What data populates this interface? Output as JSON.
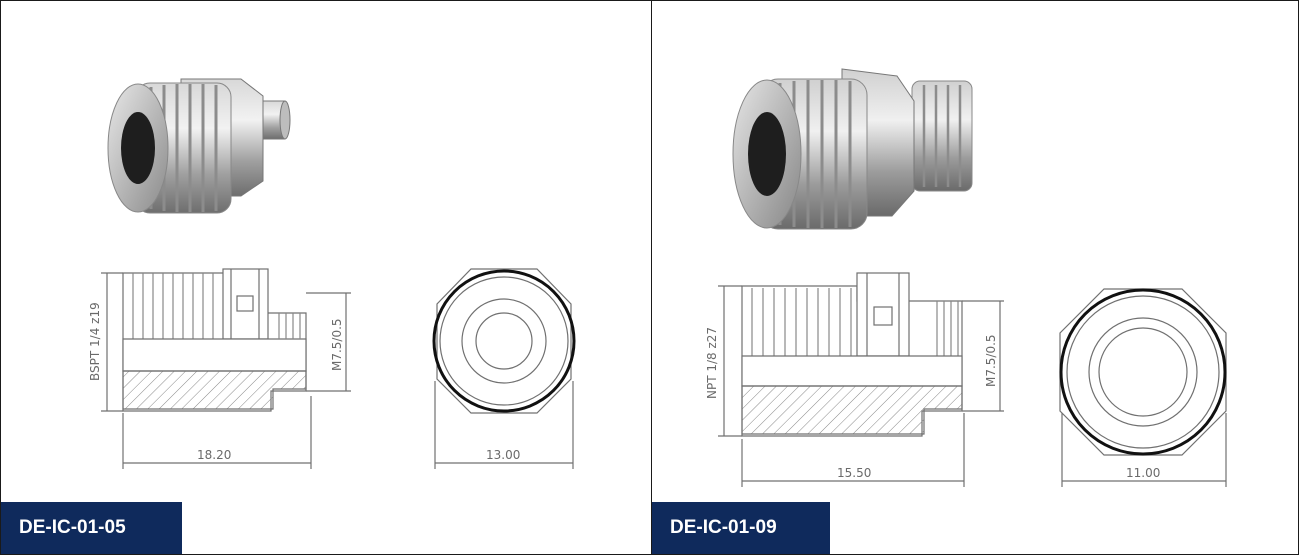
{
  "panels": [
    {
      "code": "DE-IC-01-05",
      "thread_label": "BSPT 1/4 z19",
      "small_thread_label": "M7.5/0.5",
      "length_dim": "18.20",
      "diameter_dim": "13.00"
    },
    {
      "code": "DE-IC-01-09",
      "thread_label": "NPT 1/8 z27",
      "small_thread_label": "M7.5/0.5",
      "length_dim": "15.50",
      "diameter_dim": "11.00"
    }
  ],
  "colors": {
    "badge_bg": "#0f2a5c",
    "badge_text": "#ffffff",
    "line": "#707070",
    "metal": "#a8a8a8"
  }
}
